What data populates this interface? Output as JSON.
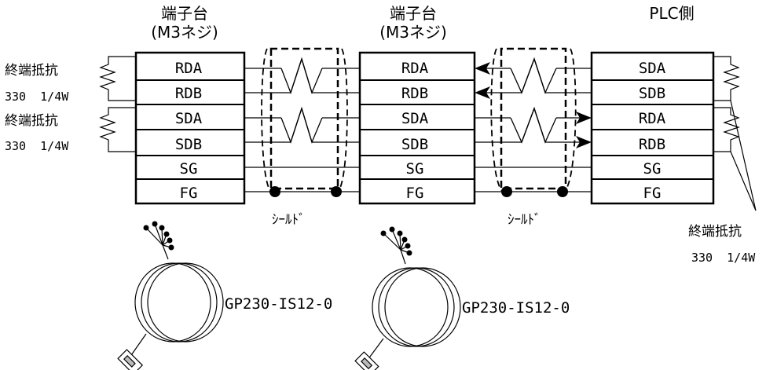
{
  "blocks": {
    "left": {
      "title": "端子台",
      "subtitle": "(M3ネジ)",
      "pins": [
        "RDA",
        "RDB",
        "SDA",
        "SDB",
        "SG",
        "FG"
      ]
    },
    "middle": {
      "title": "端子台",
      "subtitle": "(M3ネジ)",
      "pins": [
        "RDA",
        "RDB",
        "SDA",
        "SDB",
        "SG",
        "FG"
      ]
    },
    "right": {
      "title": "PLC側",
      "pins": [
        "SDA",
        "SDB",
        "RDA",
        "RDB",
        "SG",
        "FG"
      ]
    }
  },
  "resistor_labels": {
    "left_1": {
      "name": "終端抵抗",
      "value": "330  1/4W"
    },
    "left_2": {
      "name": "終端抵抗",
      "value": "330  1/4W"
    },
    "right": {
      "name": "終端抵抗",
      "value": "330  1/4W"
    }
  },
  "shield_labels": {
    "first": "ｼｰﾙﾄﾞ",
    "second": "ｼｰﾙﾄﾞ"
  },
  "cable_labels": {
    "first": "GP230-IS12-0",
    "second": "GP230-IS12-0"
  },
  "colors": {
    "line": "#000000",
    "background": "#ffffff"
  }
}
